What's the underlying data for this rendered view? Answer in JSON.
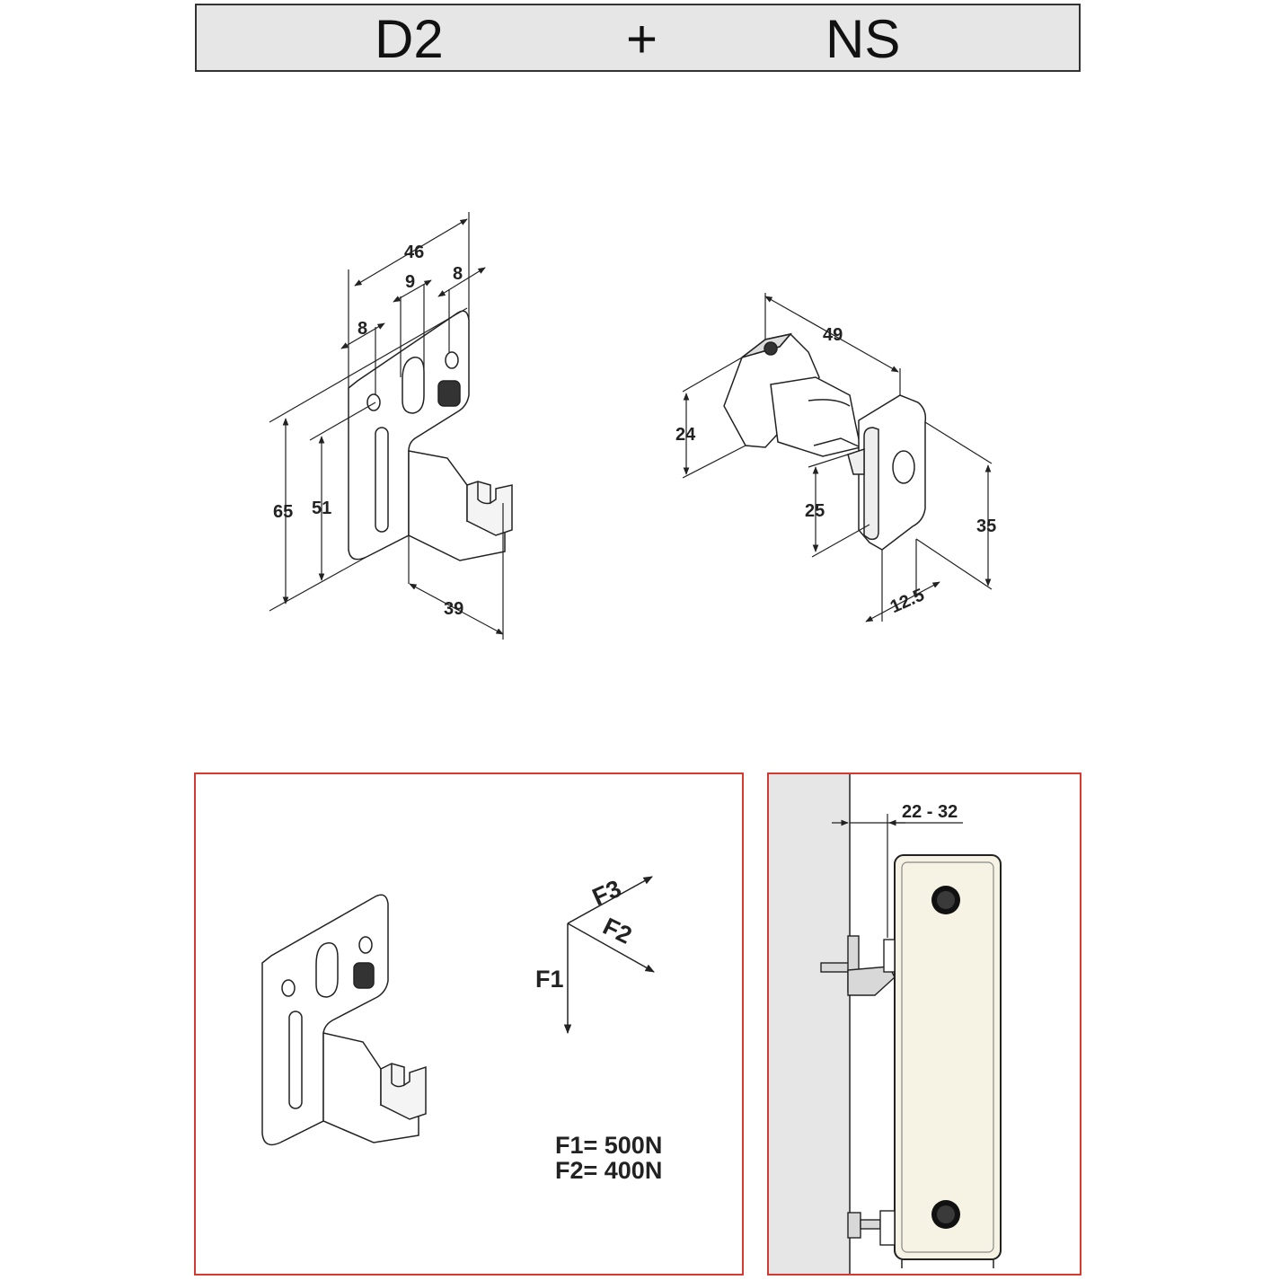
{
  "header": {
    "left": "D2",
    "plus": "+",
    "right": "NS"
  },
  "bracket_d2": {
    "dimensions": {
      "width_total": "46",
      "slot_width": "9",
      "hole_left": "8",
      "hole_right": "8",
      "height_total": "65",
      "height_hole": "51",
      "depth": "39"
    }
  },
  "support_ns": {
    "dimensions": {
      "length": "49",
      "nut_height": "24",
      "hook_height": "25",
      "plate_height": "35",
      "plate_width": "12.5"
    }
  },
  "load_panel": {
    "forces": {
      "f1": "F1",
      "f2": "F2",
      "f3": "F3"
    },
    "values": {
      "f1_value": "F1= 500N",
      "f2_value": "F2= 400N"
    }
  },
  "install_panel": {
    "gap_range": "22 - 32"
  },
  "colors": {
    "panel_border": "#d23a32",
    "header_fill": "#e6e6e6",
    "wall_fill": "#e6e6e6",
    "radiator_fill": "#f6f3e4"
  }
}
